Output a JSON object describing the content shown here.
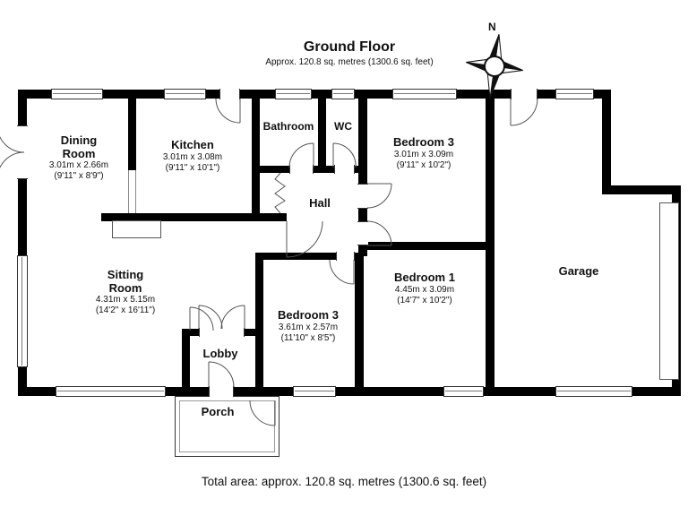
{
  "title": {
    "heading": "Ground Floor",
    "subtitle": "Approx. 120.8 sq. metres (1300.6 sq. feet)"
  },
  "footer": {
    "total_area": "Total area: approx. 120.8 sq. metres (1300.6 sq. feet)"
  },
  "compass": {
    "north_label": "N"
  },
  "rooms": {
    "dining": {
      "name_line1": "Dining",
      "name_line2": "Room",
      "metric": "3.01m x 2.66m",
      "imperial": "(9'11\" x 8'9\")"
    },
    "kitchen": {
      "name": "Kitchen",
      "metric": "3.01m x 3.08m",
      "imperial": "(9'11\" x 10'1\")"
    },
    "bathroom": {
      "name": "Bathroom"
    },
    "wc": {
      "name": "WC"
    },
    "bedroom3_top": {
      "name": "Bedroom 3",
      "metric": "3.01m x 3.09m",
      "imperial": "(9'11\" x 10'2\")"
    },
    "hall": {
      "name": "Hall"
    },
    "sitting": {
      "name_line1": "Sitting",
      "name_line2": "Room",
      "metric": "4.31m x 5.15m",
      "imperial": "(14'2\" x 16'11\")"
    },
    "bedroom3_bottom": {
      "name": "Bedroom 3",
      "metric": "3.61m x 2.57m",
      "imperial": "(11'10\" x 8'5\")"
    },
    "bedroom1": {
      "name": "Bedroom 1",
      "metric": "4.45m x 3.09m",
      "imperial": "(14'7\" x 10'2\")"
    },
    "garage": {
      "name": "Garage"
    },
    "lobby": {
      "name": "Lobby"
    },
    "porch": {
      "name": "Porch"
    }
  }
}
